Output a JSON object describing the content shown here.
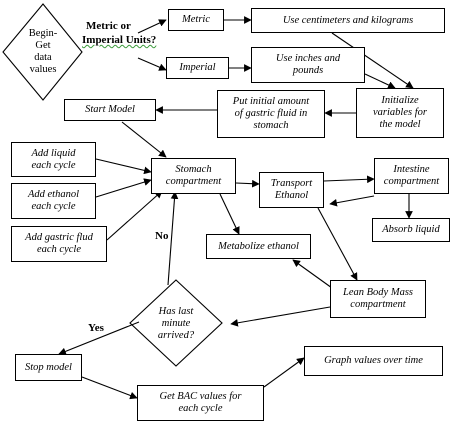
{
  "diagram": {
    "nodes": {
      "begin": "Begin-\nGet\ndata\nvalues",
      "metric_question_line1": "Metric or",
      "metric_question_line2": "Imperial Units?",
      "metric": "Metric",
      "imperial": "Imperial",
      "use_cm_kg": "Use centimeters and kilograms",
      "use_in_lb": "Use inches and\npounds",
      "initialize": "Initialize\nvariables for\nthe model",
      "put_gastric": "Put initial amount\nof gastric fluid in\nstomach",
      "start_model": "Start Model",
      "add_liquid": "Add liquid\neach cycle",
      "add_ethanol": "Add ethanol\neach cycle",
      "add_gastric": "Add gastric flud\neach cycle",
      "stomach": "Stomach\ncompartment",
      "transport": "Transport\nEthanol",
      "intestine": "Intestine\ncompartment",
      "absorb": "Absorb liquid",
      "metabolize": "Metabolize ethanol",
      "lean_body": "Lean Body Mass\ncompartment",
      "has_minute": "Has last\nminute\narrived?",
      "stop_model": "Stop model",
      "get_bac": "Get BAC values for\neach cycle",
      "graph": "Graph values over time"
    },
    "edge_labels": {
      "no": "No",
      "yes": "Yes"
    }
  }
}
